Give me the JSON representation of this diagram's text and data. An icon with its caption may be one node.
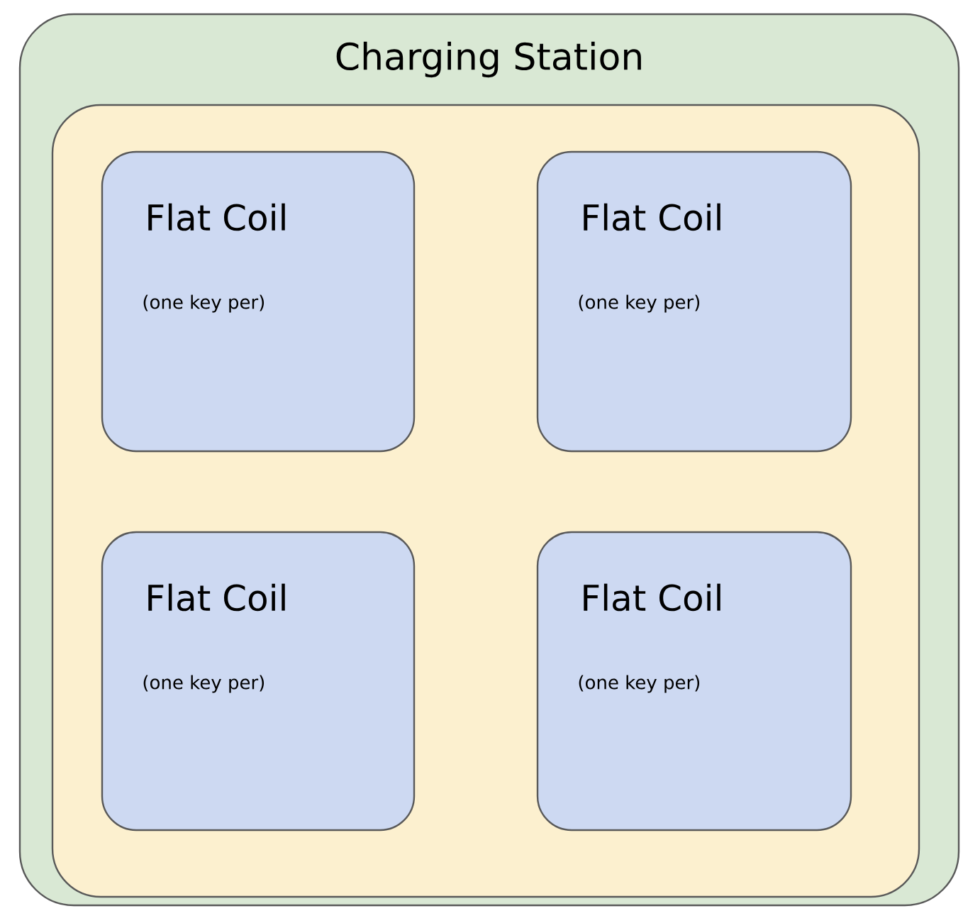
{
  "diagram": {
    "nodes": [
      {
        "text": [
          "Charging Station"
        ]
      },
      {
        "text": [],
        "shape": "box",
        "in": 0
      },
      {
        "text": [
          "Flat Coil",
          "(one key per)"
        ],
        "in": 1
      },
      {
        "text": [
          "Flat Coil",
          "(one key per)"
        ],
        "in": 1
      },
      {
        "text": [
          "Flat Coil",
          "(one key per)"
        ],
        "in": 1
      },
      {
        "text": [
          "Flat Coil",
          "(one key per)"
        ],
        "in": 1
      }
    ]
  }
}
